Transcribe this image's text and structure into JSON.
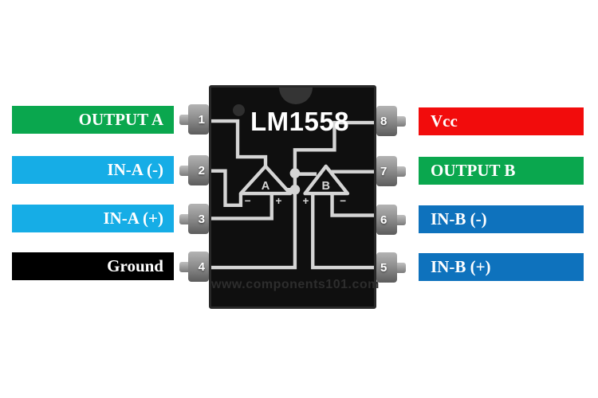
{
  "chip": {
    "title": "LM1558",
    "watermark": "www.components101.com",
    "body_color": "#0f0f0f",
    "trace_color": "#d5d5d5",
    "amp_a": "A",
    "amp_b": "B",
    "marks": {
      "a_minus": "−",
      "a_plus": "+",
      "b_plus": "+",
      "b_minus": "−"
    }
  },
  "colors": {
    "output": "#0aa74e",
    "input_a": "#16ade6",
    "input_b": "#0e72bd",
    "ground": "#000000",
    "vcc": "#f20c0c",
    "pin_tab": "#8f8f8f"
  },
  "pins": {
    "left": [
      {
        "number": "1",
        "label": "OUTPUT A",
        "color": "#0aa74e"
      },
      {
        "number": "2",
        "label": "IN-A (-)",
        "color": "#16ade6"
      },
      {
        "number": "3",
        "label": "IN-A (+)",
        "color": "#16ade6"
      },
      {
        "number": "4",
        "label": "Ground",
        "color": "#000000"
      }
    ],
    "right": [
      {
        "number": "8",
        "label": "Vcc",
        "color": "#f20c0c"
      },
      {
        "number": "7",
        "label": "OUTPUT B",
        "color": "#0aa74e"
      },
      {
        "number": "6",
        "label": "IN-B (-)",
        "color": "#0e72bd"
      },
      {
        "number": "5",
        "label": "IN-B (+)",
        "color": "#0e72bd"
      }
    ]
  }
}
